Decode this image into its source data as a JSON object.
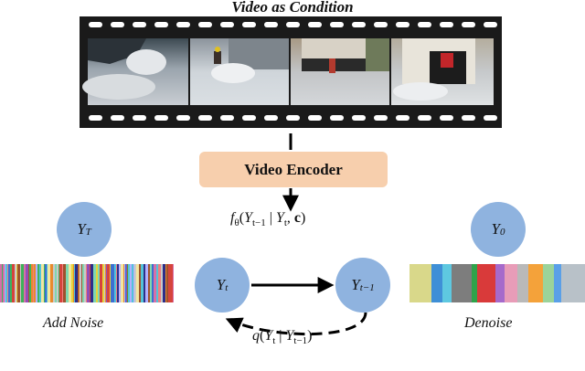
{
  "title": "Video as Condition",
  "encoder_label": "Video Encoder",
  "formula_top": {
    "f": "f",
    "theta": "θ",
    "open": "(",
    "y1": "Y",
    "s1": "t−1",
    "bar": " | ",
    "y2": "Y",
    "s2": "t",
    "comma": ", ",
    "c": "c",
    "close": ")"
  },
  "formula_bottom": {
    "q": "q",
    "open": "(",
    "y1": "Y",
    "s1": "t",
    "bar": " | ",
    "y2": "Y",
    "s2": "t−1",
    "close": ")"
  },
  "nodes": {
    "yT": {
      "base": "Y",
      "sub": "T"
    },
    "yt": {
      "base": "Y",
      "sub": "t"
    },
    "yt1": {
      "base": "Y",
      "sub": "t−1"
    },
    "y0": {
      "base": "Y",
      "sub": "0"
    }
  },
  "add_noise_label": "Add Noise",
  "denoise_label": "Denoise",
  "colors": {
    "node": "#8fb3df",
    "encoder": "#f7cfad",
    "film": "#1a1a1a"
  }
}
